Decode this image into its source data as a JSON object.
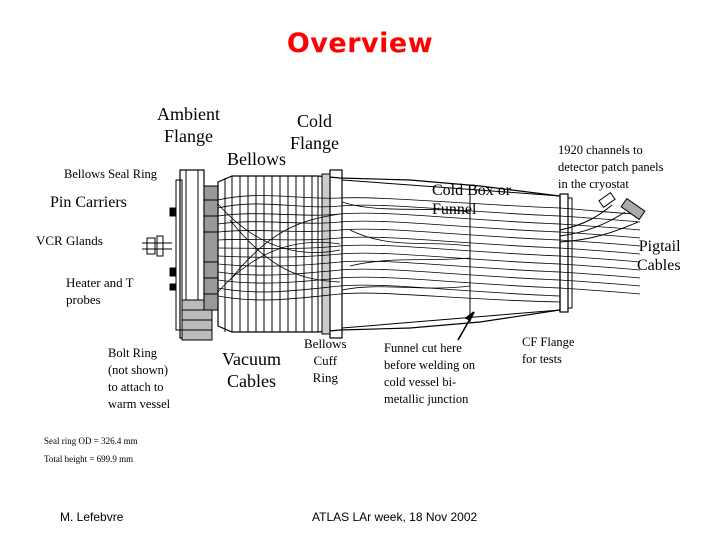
{
  "title": "Overview",
  "labels": {
    "ambient_flange": "Ambient\nFlange",
    "cold_flange": "Cold\nFlange",
    "bellows": "Bellows",
    "bellows_seal_ring": "Bellows Seal Ring",
    "pin_carriers": "Pin Carriers",
    "vcr_glands": "VCR Glands",
    "heater_probes": "Heater and T\nprobes",
    "bolt_ring": "Bolt Ring\n(not shown)\nto attach to\nwarm vessel",
    "vacuum_cables": "Vacuum\nCables",
    "bellows_cuff_ring": "Bellows\nCuff\nRing",
    "funnel_cut": "Funnel cut here\nbefore welding on\ncold vessel bi-\nmetallic junction",
    "cold_box": "Cold Box or\nFunnel",
    "channels": "1920 channels to\ndetector patch panels\nin the cryostat",
    "pigtail_cables": "Pigtail\nCables",
    "cf_flange": "CF Flange\nfor tests",
    "seal_ring_od": "Seal ring OD = 326.4 mm",
    "total_height": "Total height = 699.9 mm"
  },
  "footer": {
    "author": "M. Lefebvre",
    "event": "ATLAS LAr week, 18 Nov 2002"
  },
  "colors": {
    "title": "#ff0000",
    "ink": "#000000"
  }
}
